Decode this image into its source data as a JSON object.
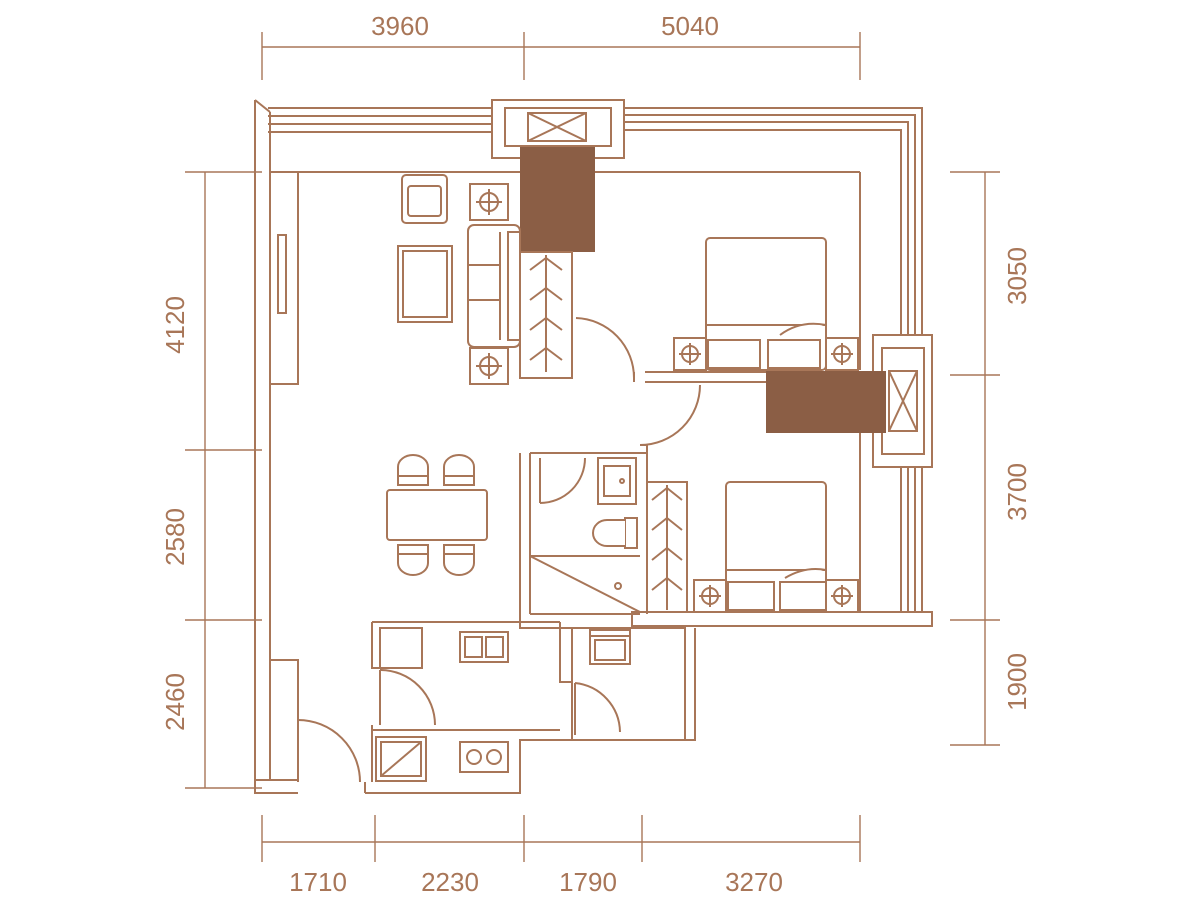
{
  "colors": {
    "line": "#a87658",
    "dark_fill": "#8b5e45",
    "background": "#ffffff"
  },
  "dimensions": {
    "top": [
      "3960",
      "5040"
    ],
    "bottom": [
      "1710",
      "2230",
      "1790",
      "3270"
    ],
    "left": [
      "4120",
      "2580",
      "2460"
    ],
    "right": [
      "3050",
      "3700",
      "1900"
    ]
  }
}
